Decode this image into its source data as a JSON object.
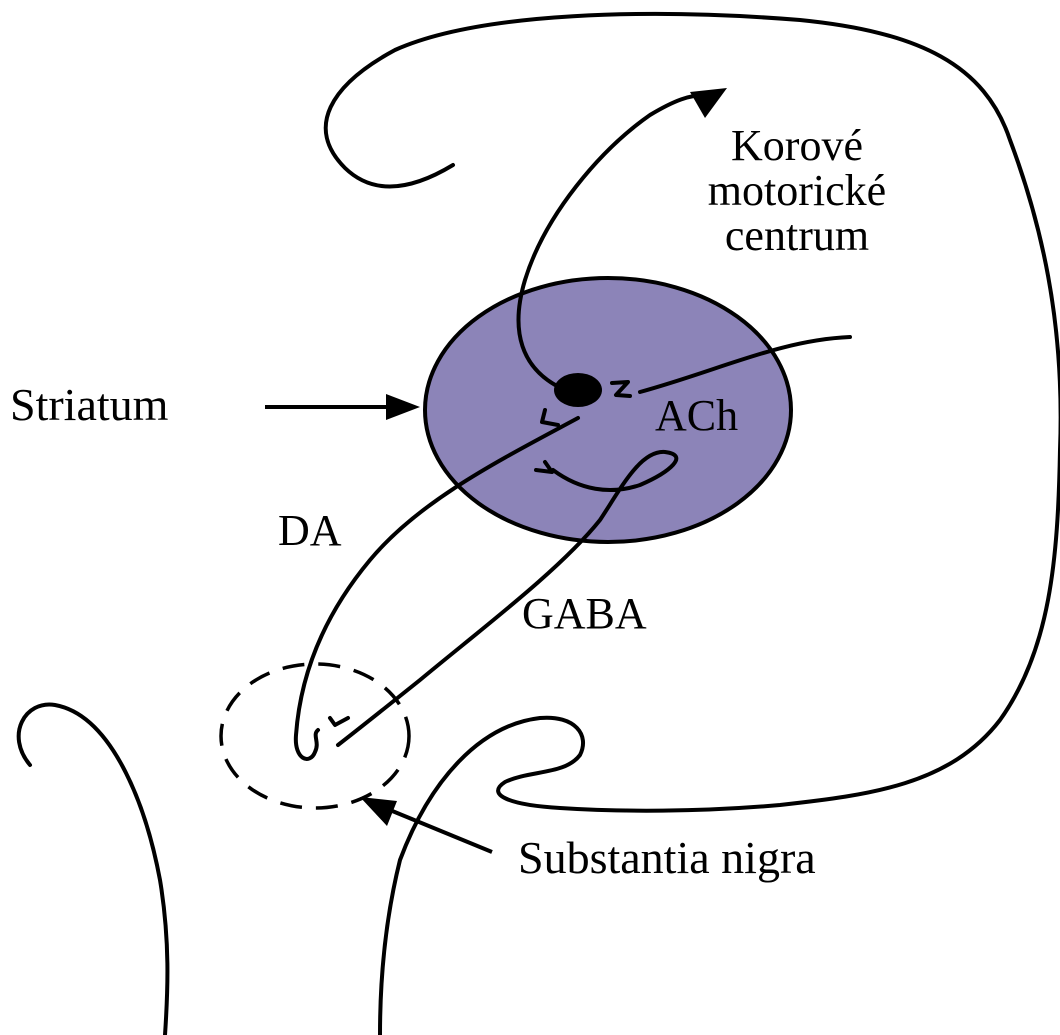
{
  "labels": {
    "cortex_line1": "Korové",
    "cortex_line2": "motorické",
    "cortex_line3": "centrum",
    "striatum": "Striatum",
    "ach": "ACh",
    "da": "DA",
    "gaba": "GABA",
    "substantia_nigra": "Substantia nigra"
  },
  "colors": {
    "striatum_fill": "#8c84b8",
    "stroke": "#000000",
    "background": "#ffffff"
  }
}
